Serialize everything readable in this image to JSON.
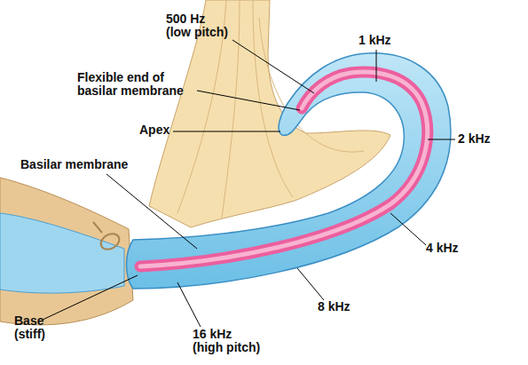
{
  "diagram": {
    "labels": [
      "500 Hz (low pitch)",
      "1 kHz",
      "Flexible end of basilar membrane",
      "Apex",
      "2 kHz",
      "Basilar membrane",
      "4 kHz",
      "8 kHz",
      "Base (stiff)",
      "16 kHz (high pitch)"
    ]
  }
}
